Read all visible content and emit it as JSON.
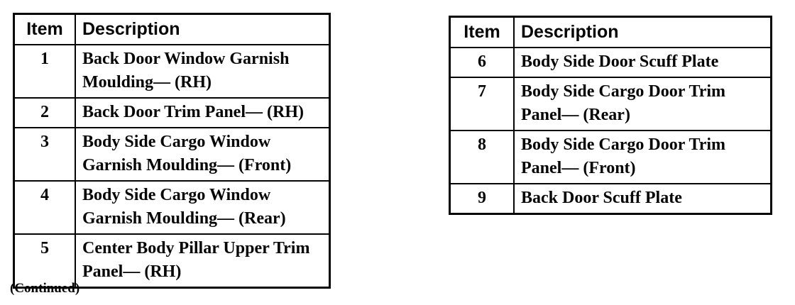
{
  "page": {
    "continued_note": "(Continued)"
  },
  "tables": [
    {
      "headers": [
        "Item",
        "Description"
      ],
      "rows": [
        {
          "item": "1",
          "description": "Back Door Window Garnish\nMoulding— (RH)"
        },
        {
          "item": "2",
          "description": "Back Door Trim Panel— (RH)"
        },
        {
          "item": "3",
          "description": "Body Side Cargo Window\nGarnish Moulding— (Front)"
        },
        {
          "item": "4",
          "description": "Body Side Cargo Window\nGarnish Moulding— (Rear)"
        },
        {
          "item": "5",
          "description": "Center Body Pillar Upper Trim\nPanel— (RH)"
        }
      ]
    },
    {
      "headers": [
        "Item",
        "Description"
      ],
      "rows": [
        {
          "item": "6",
          "description": "Body Side Door Scuff Plate"
        },
        {
          "item": "7",
          "description": "Body Side Cargo Door Trim\nPanel— (Rear)"
        },
        {
          "item": "8",
          "description": "Body Side Cargo Door Trim\nPanel— (Front)"
        },
        {
          "item": "9",
          "description": "Back Door Scuff Plate"
        }
      ]
    }
  ],
  "colors": {
    "ink": "#050505",
    "paper": "#ffffff"
  }
}
